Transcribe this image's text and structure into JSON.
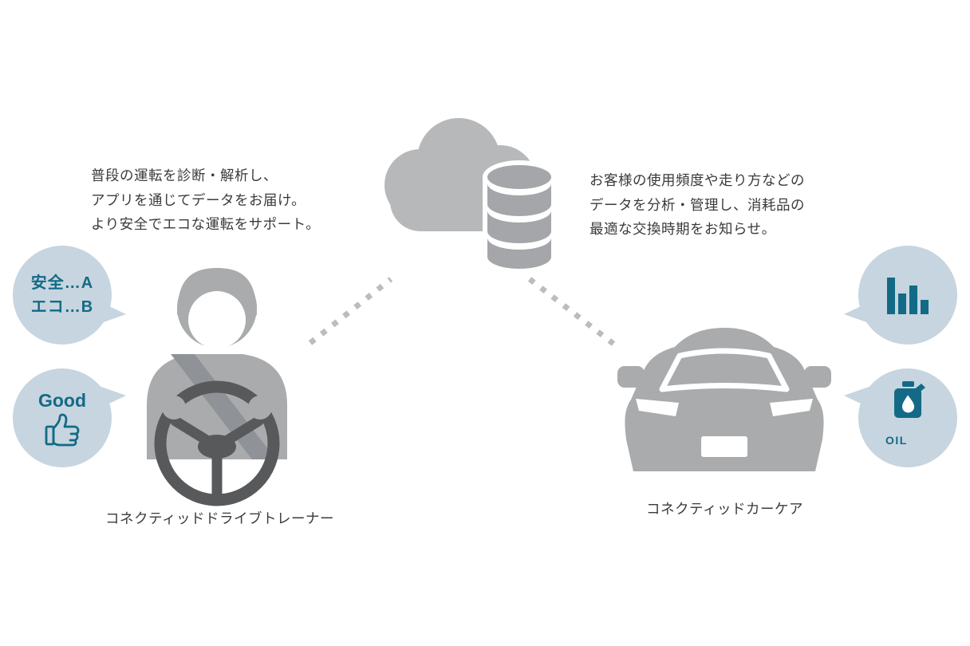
{
  "colors": {
    "accent_teal": "#136a86",
    "bubble_blue": "#c6d5df",
    "figure_gray": "#a9abad",
    "wheel_dark_gray": "#58595b",
    "cloud_gray": "#b6b8ba",
    "database_gray": "#a4a6a9",
    "text_gray": "#3b3b3b",
    "dotted_line_gray": "#babcbe"
  },
  "left": {
    "description": [
      "普段の運転を診断・解析し、",
      "アプリを通じてデータをお届け。",
      "より安全でエコな運転をサポート。"
    ],
    "caption": "コネクティッドドライブトレーナー",
    "score_bubble": {
      "line1": "安全…A",
      "line2": "エコ…B"
    },
    "good_bubble": {
      "label": "Good",
      "icon": "thumbs-up-icon"
    }
  },
  "right": {
    "description": [
      "お客様の使用頻度や走り方などの",
      "データを分析・管理し、消耗品の",
      "最適な交換時期をお知らせ。"
    ],
    "caption": "コネクティッドカーケア",
    "chart_bubble": {
      "icon": "bar-chart-icon"
    },
    "oil_bubble": {
      "label": "OIL",
      "icon": "oil-can-icon"
    }
  },
  "center": {
    "icons": [
      "cloud-icon",
      "database-icon"
    ]
  }
}
